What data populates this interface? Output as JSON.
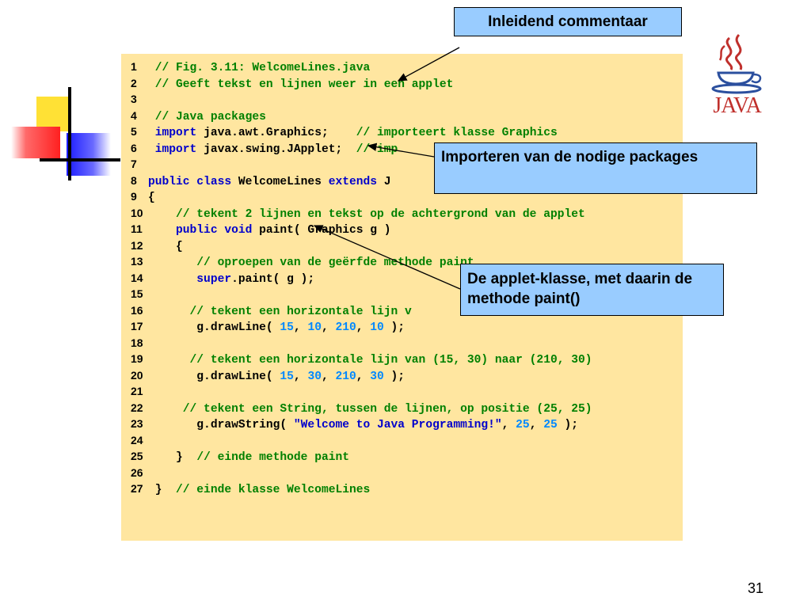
{
  "callouts": {
    "intro": "Inleidend commentaar",
    "imports": "Importeren van de nodige packages",
    "class": "De applet-klasse, met daarin de methode paint()"
  },
  "code": [
    {
      "n": "1",
      "parts": [
        [
          "cm",
          " // Fig. 3.11: WelcomeLines.java"
        ]
      ]
    },
    {
      "n": "2",
      "parts": [
        [
          "cm",
          " // Geeft tekst en lijnen weer in een applet"
        ]
      ]
    },
    {
      "n": "3",
      "parts": []
    },
    {
      "n": "4",
      "parts": [
        [
          "cm",
          " // Java packages"
        ]
      ]
    },
    {
      "n": "5",
      "parts": [
        [
          "kw",
          " import"
        ],
        [
          "pl",
          " java.awt.Graphics;    "
        ],
        [
          "cm",
          "// importeert klasse Graphics"
        ]
      ]
    },
    {
      "n": "6",
      "parts": [
        [
          "kw",
          " import"
        ],
        [
          "pl",
          " javax.swing.JApplet;  "
        ],
        [
          "cm",
          "// imp"
        ]
      ]
    },
    {
      "n": "7",
      "parts": []
    },
    {
      "n": "8",
      "parts": [
        [
          "kw",
          "public class"
        ],
        [
          "pl",
          " WelcomeLines "
        ],
        [
          "kw",
          "extends"
        ],
        [
          "pl",
          " J"
        ]
      ]
    },
    {
      "n": "9",
      "parts": [
        [
          "pl",
          "{"
        ]
      ]
    },
    {
      "n": "10",
      "parts": [
        [
          "cm",
          "    // tekent 2 lijnen en tekst op de achtergrond van de applet"
        ]
      ]
    },
    {
      "n": "11",
      "parts": [
        [
          "kw",
          "    public void"
        ],
        [
          "pl",
          " paint( Graphics g )"
        ]
      ]
    },
    {
      "n": "12",
      "parts": [
        [
          "pl",
          "    {"
        ]
      ]
    },
    {
      "n": "13",
      "parts": [
        [
          "cm",
          "       // oproepen van de geërfde methode paint"
        ]
      ]
    },
    {
      "n": "14",
      "parts": [
        [
          "kw",
          "       super"
        ],
        [
          "pl",
          ".paint( g );"
        ]
      ]
    },
    {
      "n": "15",
      "parts": []
    },
    {
      "n": "16",
      "parts": [
        [
          "cm",
          "      // tekent een horizontale lijn v"
        ]
      ]
    },
    {
      "n": "17",
      "parts": [
        [
          "pl",
          "       g.drawLine( "
        ],
        [
          "num",
          "15"
        ],
        [
          "pl",
          ", "
        ],
        [
          "num",
          "10"
        ],
        [
          "pl",
          ", "
        ],
        [
          "num",
          "210"
        ],
        [
          "pl",
          ", "
        ],
        [
          "num",
          "10"
        ],
        [
          "pl",
          " );"
        ]
      ]
    },
    {
      "n": "18",
      "parts": []
    },
    {
      "n": "19",
      "parts": [
        [
          "cm",
          "      // tekent een horizontale lijn van (15, 30) naar (210, 30)"
        ]
      ]
    },
    {
      "n": "20",
      "parts": [
        [
          "pl",
          "       g.drawLine( "
        ],
        [
          "num",
          "15"
        ],
        [
          "pl",
          ", "
        ],
        [
          "num",
          "30"
        ],
        [
          "pl",
          ", "
        ],
        [
          "num",
          "210"
        ],
        [
          "pl",
          ", "
        ],
        [
          "num",
          "30"
        ],
        [
          "pl",
          " );"
        ]
      ]
    },
    {
      "n": "21",
      "parts": []
    },
    {
      "n": "22",
      "parts": [
        [
          "cm",
          "     // tekent een String, tussen de lijnen, op positie (25, 25)"
        ]
      ]
    },
    {
      "n": "23",
      "parts": [
        [
          "pl",
          "       g.drawString( "
        ],
        [
          "str",
          "\"Welcome to Java Programming!\""
        ],
        [
          "pl",
          ", "
        ],
        [
          "num",
          "25"
        ],
        [
          "pl",
          ", "
        ],
        [
          "num",
          "25"
        ],
        [
          "pl",
          " );"
        ]
      ]
    },
    {
      "n": "24",
      "parts": []
    },
    {
      "n": "25",
      "parts": [
        [
          "pl",
          "    }  "
        ],
        [
          "cm",
          "// einde methode paint"
        ]
      ]
    },
    {
      "n": "26",
      "parts": []
    },
    {
      "n": "27",
      "parts": [
        [
          "pl",
          " }  "
        ],
        [
          "cm",
          "// einde klasse WelcomeLines"
        ]
      ]
    }
  ],
  "logo": {
    "text": "JAVA"
  },
  "page_number": "31",
  "colors": {
    "panel_bg": "#ffe6a0",
    "callout_bg": "#99ccff",
    "keyword": "#0000cc",
    "comment": "#008000",
    "number": "#0088ff",
    "logo_red": "#c0302c"
  }
}
